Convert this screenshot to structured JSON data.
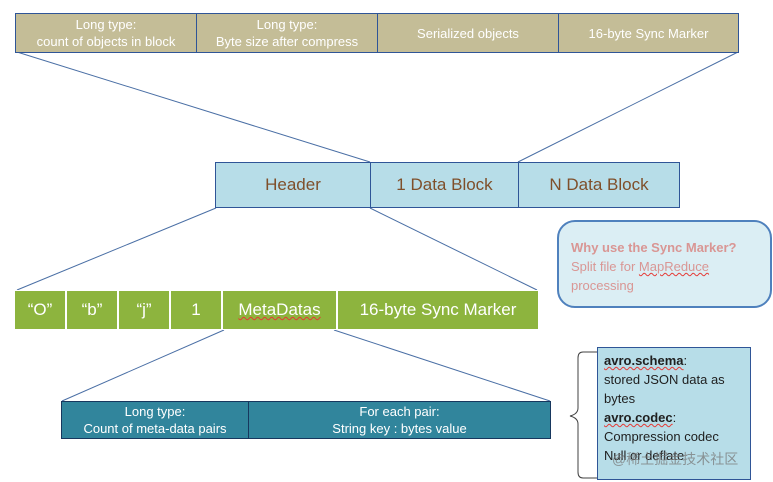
{
  "top_row": [
    {
      "line1": "Long type:",
      "line2": "count of objects in block"
    },
    {
      "line1": "Long type:",
      "line2": "Byte size after compress"
    },
    {
      "line1": "Serialized objects",
      "line2": ""
    },
    {
      "line1": "16-byte Sync Marker",
      "line2": ""
    }
  ],
  "file_row": [
    "Header",
    "1 Data Block",
    "N Data Block"
  ],
  "header_row": [
    "“O”",
    "“b”",
    "“j”",
    "1",
    "MetaDatas",
    "16-byte Sync Marker"
  ],
  "meta_row": [
    {
      "line1": "Long type:",
      "line2": "Count of meta-data pairs"
    },
    {
      "line1": "For each pair:",
      "line2": "String key :  bytes value"
    }
  ],
  "note": {
    "title": "Why use the Sync Marker?",
    "body_prefix": "Split file for ",
    "body_link": "MapReduce",
    "body_suffix": "processing"
  },
  "info": {
    "schema_key": "avro.schema",
    "schema_colon": ":",
    "schema_desc": "stored JSON data as bytes",
    "codec_key": "avro.codec",
    "codec_colon": ":",
    "codec_desc": "Compression codec",
    "codec_values": "Null or deflate"
  },
  "watermark": "@稀土掘金技术社区",
  "colors": {
    "tan": "#c4bd97",
    "light_blue": "#b7dde8",
    "green": "#8db43e",
    "teal": "#31859c",
    "line": "#4a6fa5"
  }
}
